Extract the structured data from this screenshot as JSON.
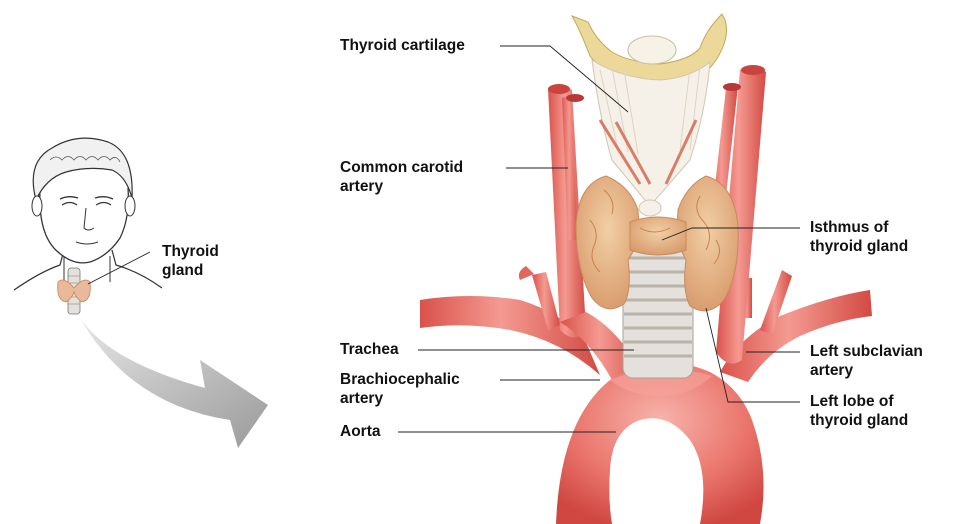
{
  "colors": {
    "artery_light": "#f08a82",
    "artery_mid": "#e56a62",
    "artery_dark": "#c9443e",
    "thyroid": "#e8b48a",
    "thyroid_dark": "#c98a5c",
    "cartilage": "#f4efe2",
    "cartilage_rim": "#e8cf86",
    "trachea": "#e4e1dc",
    "arrow": "#a8a8a8",
    "leader": "#222222"
  },
  "labels": {
    "thyroid_cartilage": "Thyroid cartilage",
    "common_carotid": "Common carotid\nartery",
    "thyroid_gland": "Thyroid\ngland",
    "isthmus": "Isthmus of\nthyroid gland",
    "trachea": "Trachea",
    "brachiocephalic": "Brachiocephalic\nartery",
    "aorta": "Aorta",
    "left_subclavian": "Left subclavian\nartery",
    "left_lobe": "Left lobe of\nthyroid gland"
  }
}
